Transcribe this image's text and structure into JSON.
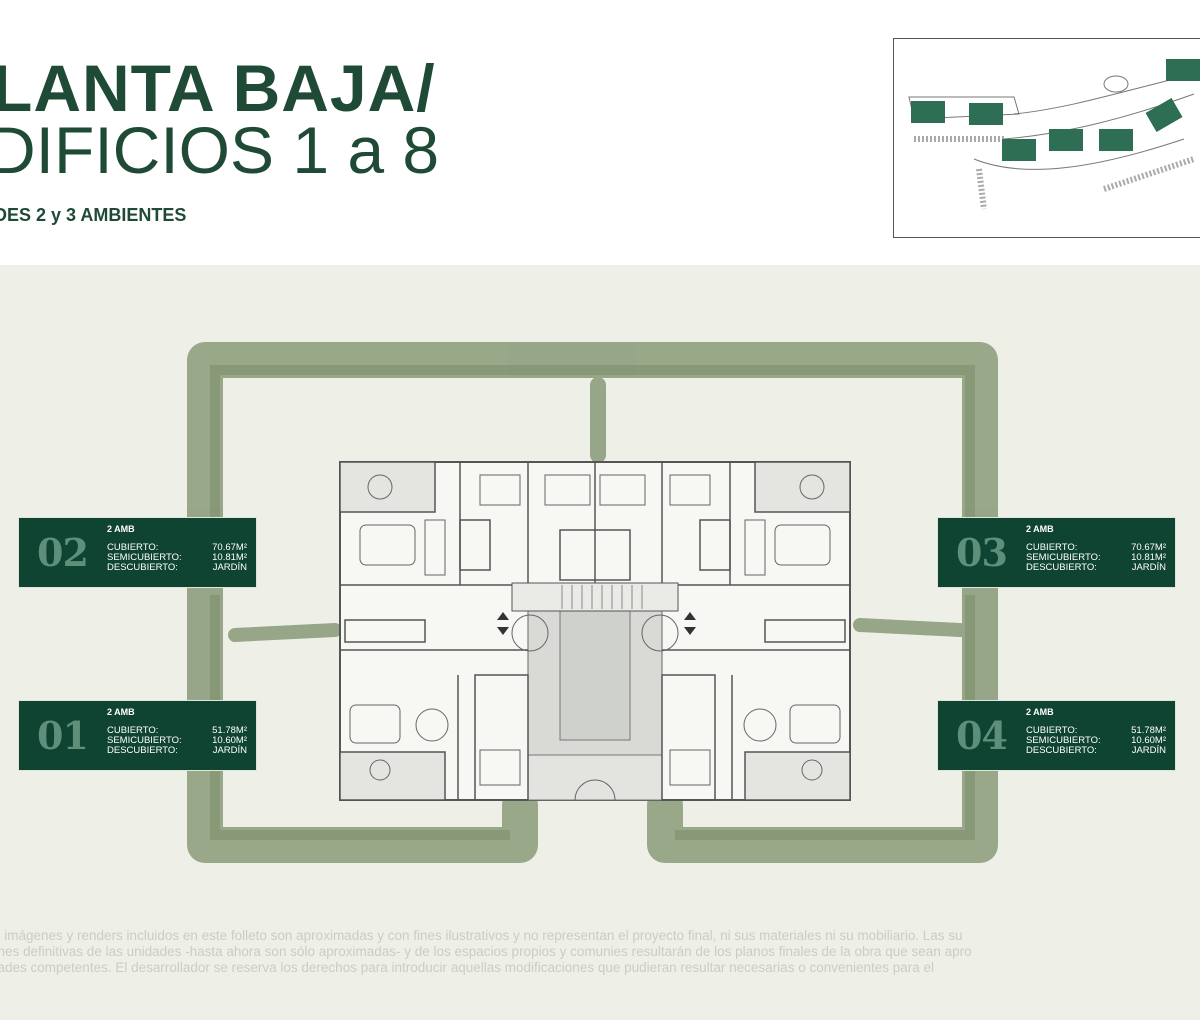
{
  "header": {
    "title_line1": "LANTA BAJA/",
    "title_line2": "DIFICIOS 1 a 8",
    "subtitle": "DES 2 y 3 AMBIENTES"
  },
  "units": [
    {
      "id": "02",
      "type": "2  AMB",
      "cubierto_label": "CUBIERTO:",
      "cubierto": "70.67M²",
      "semicubierto_label": "SEMICUBIERTO:",
      "semicubierto": "10.81M²",
      "descubierto_label": "DESCUBIERTO:",
      "descubierto": "JARDÍN"
    },
    {
      "id": "01",
      "type": "2  AMB",
      "cubierto_label": "CUBIERTO:",
      "cubierto": "51.78M²",
      "semicubierto_label": "SEMICUBIERTO:",
      "semicubierto": "10.60M²",
      "descubierto_label": "DESCUBIERTO:",
      "descubierto": "JARDÍN"
    },
    {
      "id": "03",
      "type": "2  AMB",
      "cubierto_label": "CUBIERTO:",
      "cubierto": "70.67M²",
      "semicubierto_label": "SEMICUBIERTO:",
      "semicubierto": "10.81M²",
      "descubierto_label": "DESCUBIERTO:",
      "descubierto": "JARDÍN"
    },
    {
      "id": "04",
      "type": "2  AMB",
      "cubierto_label": "CUBIERTO:",
      "cubierto": "51.78M²",
      "semicubierto_label": "SEMICUBIERTO:",
      "semicubierto": "10.60M²",
      "descubierto_label": "DESCUBIERTO:",
      "descubierto": "JARDÍN"
    }
  ],
  "disclaimer": {
    "line1": "s, imágenes y renders incluidos en este folleto son aproximadas y con fines ilustrativos y no representan el proyecto final, ni sus materiales ni su mobiliario. Las su",
    "line2": "ones definitivas de las unidades -hasta ahora son sólo aproximadas- y de los espacios propios y comunies resultarán de los planos finales de la obra que sean apro",
    "line3": "dades competentes. El desarrollador se reserva los derechos para introducir aquellas modificaciones que pudieran resultar necesarias o convenientes para el"
  },
  "colors": {
    "brand": "#0f4432",
    "title": "#1e4a36",
    "hedge": "#8c9c7c",
    "background": "#eef0e8"
  }
}
